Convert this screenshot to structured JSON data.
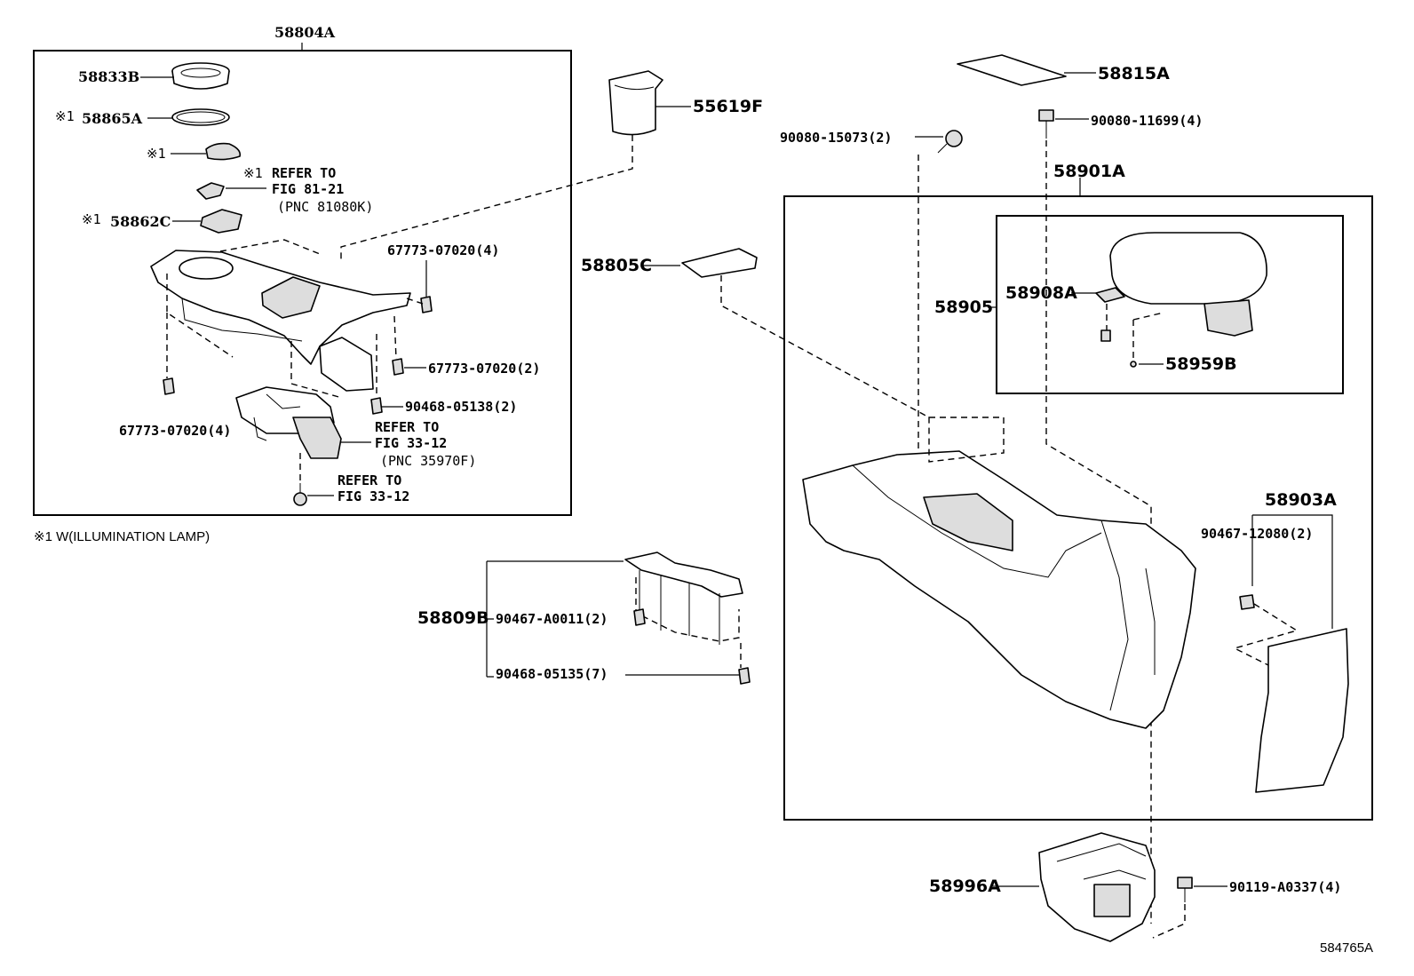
{
  "diagram": {
    "id_code": "584765A",
    "footnote": "※1 W(ILLUMINATION LAMP)",
    "group_58804A": {
      "label": "58804A",
      "parts": {
        "p58833B": "58833B",
        "p58865A": "58865A",
        "p58865A_mark": "※1",
        "lamp_mark": "※1",
        "refer_mark": "※1",
        "refer_line1": "REFER TO",
        "refer_line2": "FIG 81-21",
        "refer_line3": "(PNC 81080K)",
        "p58862C_mark": "※1",
        "p58862C": "58862C",
        "clip_top": "67773-07020(4)",
        "clip_mid": "67773-07020(2)",
        "clip_left": "67773-07020(4)",
        "screw_90468": "90468-05138(2)",
        "refer2_line1": "REFER TO",
        "refer2_line2": "FIG 33-12",
        "refer2_line3": "(PNC 35970F)",
        "refer3_line1": "REFER TO",
        "refer3_line2": "FIG 33-12"
      }
    },
    "cupholder": "55619F",
    "cover_58805C": "58805C",
    "group_58809B": {
      "label": "58809B",
      "clip_a": "90467-A0011(2)",
      "clip_b": "90468-05135(7)"
    },
    "pad_58815A": "58815A",
    "bolt_11699": "90080-11699(4)",
    "bolt_15073": "90080-15073(2)",
    "group_58901A": {
      "label": "58901A",
      "armrest_58905": "58905",
      "hinge_58908A": "58908A",
      "screw_58959B": "58959B",
      "panel_58903A": "58903A",
      "clip_12080": "90467-12080(2)"
    },
    "bracket_58996A": "58996A",
    "bolt_A0337": "90119-A0337(4)"
  }
}
